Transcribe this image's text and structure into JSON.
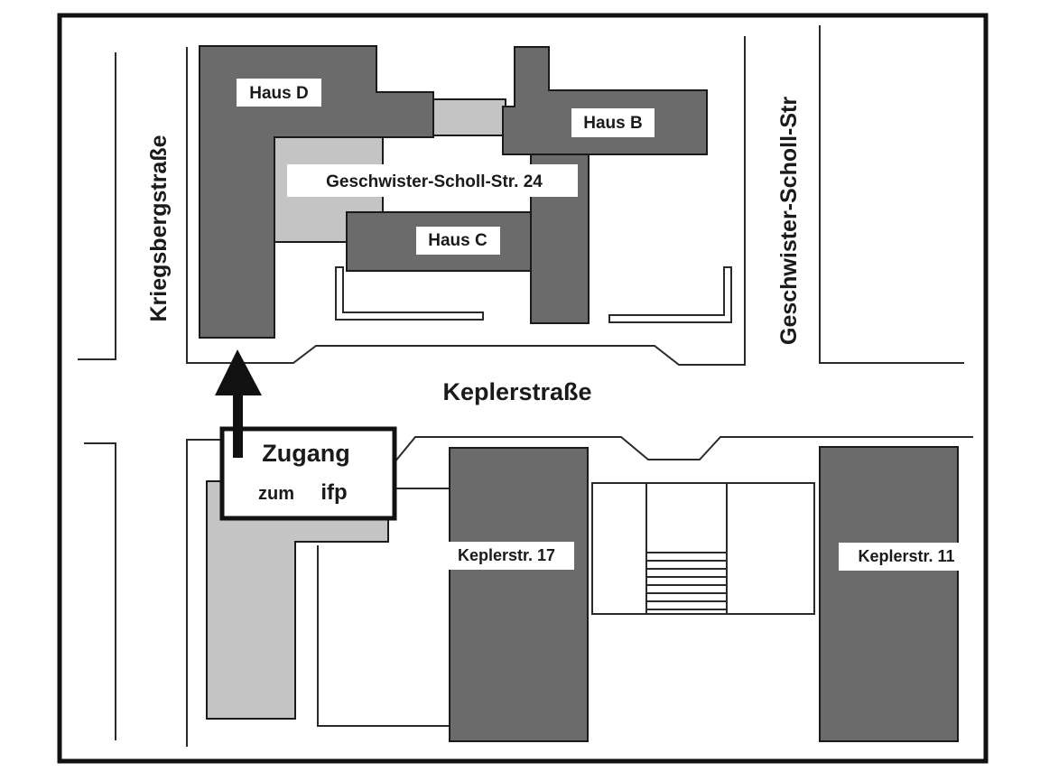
{
  "streets": {
    "kriegsberg": "Kriegsbergstraße",
    "kepler": "Keplerstraße",
    "scholl": "Geschwister-Scholl-Str"
  },
  "buildings": {
    "haus_d": "Haus D",
    "haus_b": "Haus B",
    "haus_c": "Haus C",
    "scholl_24": "Geschwister-Scholl-Str. 24",
    "kepler_17": "Keplerstr. 17",
    "kepler_11": "Keplerstr. 11"
  },
  "entrance": {
    "title": "Zugang",
    "subtitle_prefix": "zum",
    "subtitle_name": "ifp"
  },
  "colors": {
    "building_dark": "#6b6b6b",
    "building_light": "#c4c4c4",
    "outline": "#1a1a1a"
  }
}
